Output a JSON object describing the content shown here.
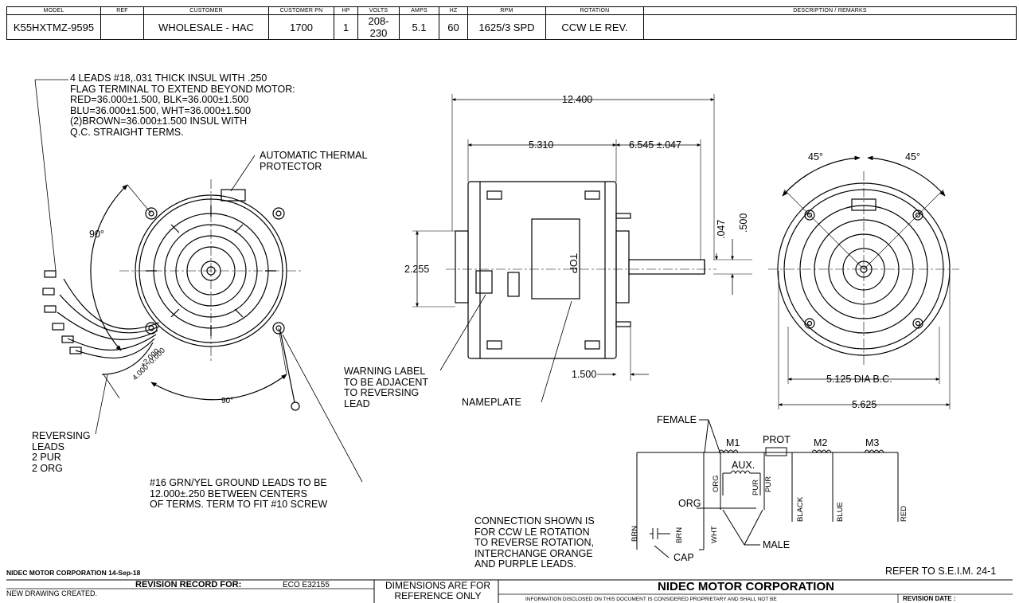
{
  "header": {
    "columns": [
      {
        "label": "MODEL",
        "value": "K55HXTMZ-9595"
      },
      {
        "label": "REF",
        "value": ""
      },
      {
        "label": "CUSTOMER",
        "value": "WHOLESALE - HAC"
      },
      {
        "label": "CUSTOMER PN",
        "value": "1700"
      },
      {
        "label": "HP",
        "value": "1"
      },
      {
        "label": "VOLTS",
        "value": "208-230"
      },
      {
        "label": "AMPS",
        "value": "5.1"
      },
      {
        "label": "HZ",
        "value": "60"
      },
      {
        "label": "RPM",
        "value": "1625/3 SPD"
      },
      {
        "label": "ROTATION",
        "value": "CCW LE REV."
      },
      {
        "label": "DESCRIPTION / REMARKS",
        "value": ""
      }
    ]
  },
  "notes": {
    "leads": "4 LEADS #18,.031 THICK INSUL WITH .250\nFLAG TERMINAL TO EXTEND BEYOND MOTOR:\nRED=36.000±1.500, BLK=36.000±1.500\nBLU=36.000±1.500, WHT=36.000±1.500\n(2)BROWN=36.000±1.500 INSUL WITH\nQ.C. STRAIGHT TERMS.",
    "thermal": "AUTOMATIC THERMAL\nPROTECTOR",
    "reversing": "REVERSING\nLEADS\n2 PUR\n2 ORG",
    "ground": "#16 GRN/YEL GROUND LEADS TO BE\n12.000±.250 BETWEEN CENTERS\nOF TERMS. TERM TO FIT #10 SCREW",
    "warning": "WARNING LABEL\nTO BE ADJACENT\nTO REVERSING\nLEAD",
    "nameplate": "NAMEPLATE",
    "connection": "CONNECTION SHOWN IS\nFOR CCW LE ROTATION\nTO REVERSE ROTATION,\nINTERCHANGE ORANGE\nAND PURPLE LEADS.",
    "refer": "REFER TO S.E.I.M. 24-1"
  },
  "dimensions": {
    "angle_90_left": "90°",
    "angle_90_bottom": "90°",
    "lead_dim_a": "+2.000",
    "lead_dim_b": "4.000 -0.000",
    "overall_length": "12.400",
    "body_length": "5.310",
    "shaft_length": "6.545 ±.047",
    "hub_dia": "2.255",
    "flat": ".047",
    "shaft_dia": ".500",
    "stud": "1.500",
    "angle_45_left": "45°",
    "angle_45_right": "45°",
    "bolt_circle": "5.125 DIA B.C.",
    "flange_dia": "5.625",
    "top_mark": "TOP"
  },
  "wiring": {
    "female": "FEMALE",
    "male": "MALE",
    "cap": "CAP",
    "m1": "M1",
    "prot": "PROT",
    "m2": "M2",
    "m3": "M3",
    "aux": "AUX.",
    "org_label": "ORG",
    "org_vert": "ORG",
    "pur_a": "PUR",
    "pur_b": "PUR",
    "brn_a": "BRN",
    "brn_b": "BRN",
    "wht": "WHT",
    "black": "BLACK",
    "blue": "BLUE",
    "red": "RED"
  },
  "footer": {
    "corp_date": "NIDEC MOTOR CORPORATION 14-Sep-18",
    "revision_record": "REVISION RECORD FOR:",
    "eco": "ECO E32155",
    "new_drawing": "NEW DRAWING CREATED.",
    "dimensions_ref": "DIMENSIONS ARE FOR\nREFERENCE ONLY",
    "company": "NIDEC MOTOR CORPORATION",
    "proprietary": "INFORMATION DISCLOSED ON THIS DOCUMENT IS CONSIDERED PROPRIETARY AND SHALL NOT BE",
    "revision_date": "REVISION DATE :"
  }
}
